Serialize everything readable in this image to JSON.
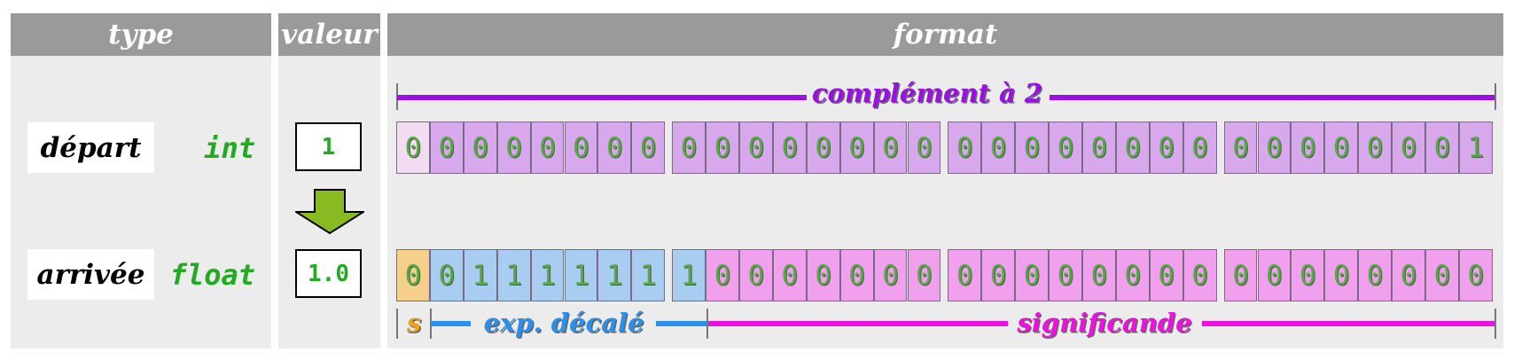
{
  "headers": {
    "type": "type",
    "value": "valeur",
    "format": "format"
  },
  "rows": [
    {
      "name": "départ",
      "ctype": "int",
      "value": "1"
    },
    {
      "name": "arrivée",
      "ctype": "float",
      "value": "1.0"
    }
  ],
  "int_bits": [
    "0",
    "0",
    "0",
    "0",
    "0",
    "0",
    "0",
    "0",
    "0",
    "0",
    "0",
    "0",
    "0",
    "0",
    "0",
    "0",
    "0",
    "0",
    "0",
    "0",
    "0",
    "0",
    "0",
    "0",
    "0",
    "0",
    "0",
    "0",
    "0",
    "0",
    "0",
    "1"
  ],
  "float_bits": [
    "0",
    "0",
    "1",
    "1",
    "1",
    "1",
    "1",
    "1",
    "1",
    "0",
    "0",
    "0",
    "0",
    "0",
    "0",
    "0",
    "0",
    "0",
    "0",
    "0",
    "0",
    "0",
    "0",
    "0",
    "0",
    "0",
    "0",
    "0",
    "0",
    "0",
    "0",
    "0"
  ],
  "labels": {
    "twos_complement": "complément à 2",
    "sign": "s",
    "exponent": "exp. décalé",
    "significand": "significande"
  },
  "colors": {
    "header": "#9a9a9a",
    "panel": "#ececec",
    "int_sign": "#f2dcf2",
    "int_bits": "#d8a8ec",
    "twos_band": "#9a10e0",
    "sign_fill": "#f5d08a",
    "sign_label": "#f0a020",
    "exp_fill": "#a8cdf0",
    "exp_band": "#2a90ee",
    "sig_fill": "#f0a0ec",
    "sig_band": "#ee10e0",
    "arrow": "#88bb22",
    "ctype_text": "#22aa22"
  },
  "arrow_icon": "down-arrow-icon"
}
